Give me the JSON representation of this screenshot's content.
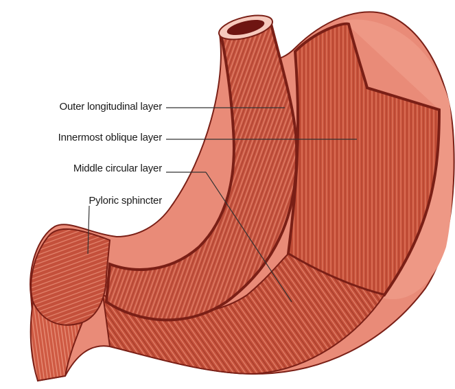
{
  "figure": {
    "labels": {
      "outer_longitudinal": "Outer longitudinal layer",
      "innermost_oblique": "Innermost oblique layer",
      "middle_circular": "Middle circular layer",
      "pyloric_sphincter": "Pyloric sphincter"
    },
    "colors": {
      "muscle_base": "#c9523a",
      "muscle_light": "#e8806a",
      "muscle_dark": "#8f2a1e",
      "outline": "#7a1f16",
      "serosa": "#e98b78",
      "lumen": "#6e1512",
      "leader_line": "#333333"
    }
  }
}
